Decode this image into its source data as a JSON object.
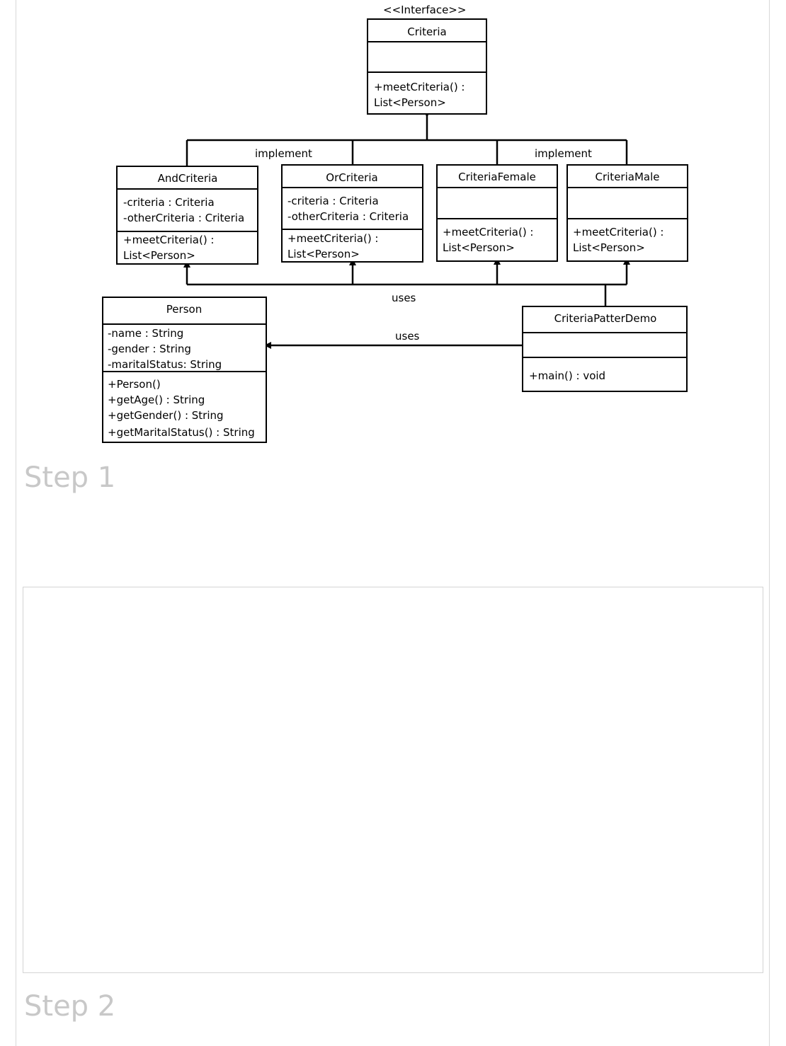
{
  "diagram": {
    "stereotype": "<<Interface>>",
    "classes": {
      "criteria": {
        "name": "Criteria",
        "methods": [
          "+meetCriteria() :",
          "List<Person>"
        ]
      },
      "and_criteria": {
        "name": "AndCriteria",
        "attributes": [
          "-criteria : Criteria",
          "-otherCriteria : Criteria"
        ],
        "methods": [
          "+meetCriteria() :",
          "List<Person>"
        ]
      },
      "or_criteria": {
        "name": "OrCriteria",
        "attributes": [
          "-criteria : Criteria",
          "-otherCriteria : Criteria"
        ],
        "methods": [
          "+meetCriteria() :",
          "List<Person>"
        ]
      },
      "criteria_female": {
        "name": "CriteriaFemale",
        "methods": [
          "+meetCriteria() :",
          "List<Person>"
        ]
      },
      "criteria_male": {
        "name": "CriteriaMale",
        "methods": [
          "+meetCriteria() :",
          "List<Person>"
        ]
      },
      "person": {
        "name": "Person",
        "attributes": [
          "-name : String",
          "-gender : String",
          "-maritalStatus: String"
        ],
        "methods": [
          "+Person()",
          "+getAge() : String",
          "+getGender() : String",
          "+getMaritalStatus() : String"
        ]
      },
      "demo": {
        "name": "CriteriaPatterDemo",
        "methods": [
          "+main() : void"
        ]
      }
    },
    "relations": {
      "implement_left": "implement",
      "implement_right": "implement",
      "uses_top": "uses",
      "uses_person": "uses"
    }
  },
  "steps": {
    "step1": "Step 1",
    "step2": "Step 2"
  }
}
